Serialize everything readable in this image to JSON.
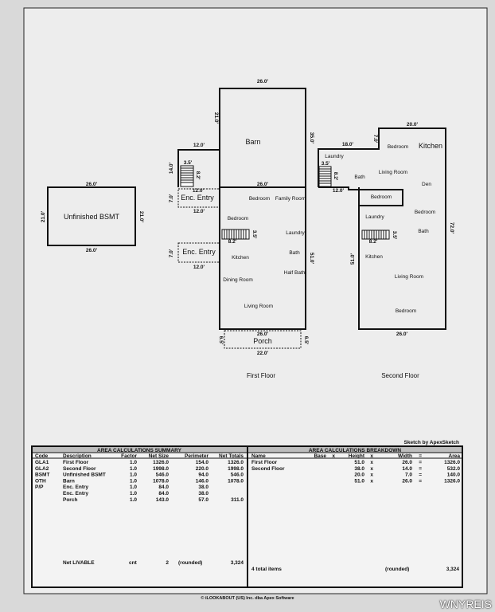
{
  "plans": {
    "basement": {
      "label": "Unfinished BSMT",
      "dim_top": "26.0'",
      "dim_bottom": "26.0'",
      "dim_left": "21.0'",
      "dim_right": "21.0'"
    },
    "barn": {
      "label": "Barn",
      "dim_top": "26.0'",
      "dim_left": "21.0'",
      "dim_right": "35.0'",
      "dim_mid": "12.0'",
      "dim_14": "14.0'",
      "dim_35": "3.5'",
      "dim_82": "8.2'",
      "dim_12b": "12.0'",
      "dim_26b": "26.0'"
    },
    "first_floor": {
      "caption": "First Floor",
      "enc_entry_1": "Enc. Entry",
      "enc_entry_2": "Enc. Entry",
      "enc1_dim_left": "7.0'",
      "enc1_dim_bottom": "12.0'",
      "enc2_dim_left": "7.0'",
      "enc2_dim_bottom": "12.0'",
      "dim_right": "51.0'",
      "dim_82": "8.2'",
      "dim_35": "3.5'",
      "rooms": {
        "bedroom1": "Bedroom",
        "family": "Family Room",
        "bedroom2": "Bedroom",
        "laundry": "Laundry",
        "kitchen": "Kitchen",
        "bath": "Bath",
        "half_bath": "Half Bath",
        "dining": "Dining Room",
        "living": "Living Room"
      },
      "porch": {
        "label": "Porch",
        "dim_top": "26.0'",
        "dim_bottom": "22.0'",
        "dim_left": "6.5'",
        "dim_right": "6.5'"
      }
    },
    "second_floor": {
      "caption": "Second Floor",
      "dim_top": "20.0'",
      "dim_18": "18.0'",
      "dim_7": "7.0'",
      "dim_35": "3.5'",
      "dim_82": "8.2'",
      "dim_12": "12.0'",
      "dim_right": "72.0'",
      "dim_left": "51.0'",
      "dim_bottom": "26.0'",
      "dim_82b": "8.2'",
      "dim_35b": "3.5'",
      "rooms": {
        "laundry1": "Laundry",
        "bedroom1": "Bedroom",
        "kitchen": "Kitchen",
        "bath1": "Bath",
        "living1": "Living Room",
        "den": "Den",
        "bedroom2": "Bedroom",
        "bedroom3": "Bedroom",
        "laundry2": "Laundry",
        "bath2": "Bath",
        "kitchen2": "Kitchen",
        "living2": "Living Room",
        "bedroom4": "Bedroom"
      }
    }
  },
  "sketch_credit": "Sketch by ApexSketch",
  "summary": {
    "title": "AREA CALCULATIONS SUMMARY",
    "headers": [
      "Code",
      "Description",
      "Factor",
      "Net Size",
      "Perimeter",
      "Net Totals"
    ],
    "rows": [
      [
        "GLA1",
        "First Floor",
        "1.0",
        "1326.0",
        "154.0",
        "1326.0"
      ],
      [
        "GLA2",
        "Second Floor",
        "1.0",
        "1998.0",
        "220.0",
        "1998.0"
      ],
      [
        "BSMT",
        "Unfinished BSMT",
        "1.0",
        "546.0",
        "94.0",
        "546.0"
      ],
      [
        "OTH",
        "Barn",
        "1.0",
        "1078.0",
        "146.0",
        "1078.0"
      ],
      [
        "P/P",
        "Enc. Entry",
        "1.0",
        "84.0",
        "38.0",
        ""
      ],
      [
        "",
        "Enc. Entry",
        "1.0",
        "84.0",
        "38.0",
        ""
      ],
      [
        "",
        "Porch",
        "1.0",
        "143.0",
        "57.0",
        "311.0"
      ]
    ],
    "footer": {
      "label": "Net LIVABLE",
      "cnt_label": "cnt",
      "cnt": "2",
      "rounded": "(rounded)",
      "total": "3,324"
    }
  },
  "breakdown": {
    "title": "AREA CALCULATIONS BREAKDOWN",
    "headers": [
      "Name",
      "Base",
      "x",
      "Height",
      "x",
      "Width",
      "=",
      "Area"
    ],
    "rows": [
      [
        "First Floor",
        "",
        "",
        "51.0",
        "x",
        "26.0",
        "=",
        "1326.0"
      ],
      [
        "Second Floor",
        "",
        "",
        "38.0",
        "x",
        "14.0",
        "=",
        "532.0"
      ],
      [
        "",
        "",
        "",
        "20.0",
        "x",
        "7.0",
        "=",
        "140.0"
      ],
      [
        "",
        "",
        "",
        "51.0",
        "x",
        "26.0",
        "=",
        "1326.0"
      ]
    ],
    "footer": {
      "items": "4 total items",
      "rounded": "(rounded)",
      "total": "3,324"
    }
  },
  "copyright": "© iLOOKABOUT (US) Inc. dba Apex Software",
  "watermark": "WNYREIS"
}
